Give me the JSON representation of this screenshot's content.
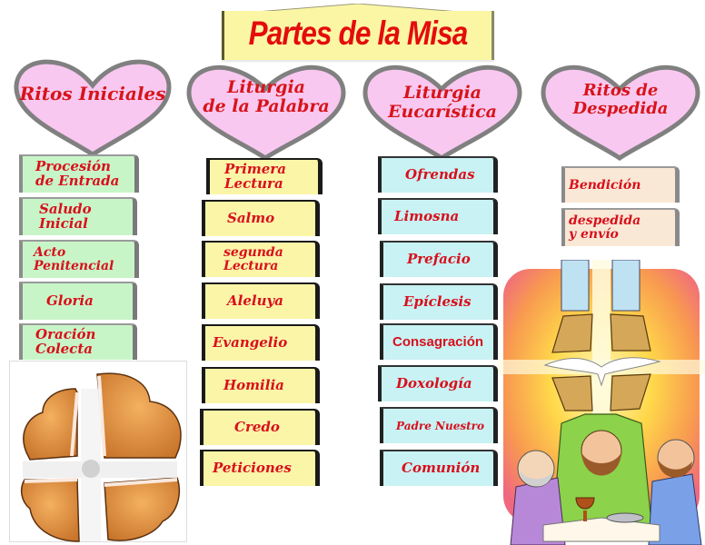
{
  "title": "Partes de la Misa",
  "colors": {
    "title_text": "#e40c0c",
    "title_bg": "#fbf6a4",
    "heart_fill": "#f8c8f0",
    "heart_stroke": "#808080",
    "label_text": "#d7141a",
    "green_box": "#c8f5c8",
    "yellow_box": "#fbf5a8",
    "cyan_box": "#c8f2f4",
    "peach_box": "#fae8d6"
  },
  "sections": [
    {
      "heading": "Ritos Iniciales",
      "items": [
        "Procesión de Entrada",
        "Saludo Inicial",
        "Acto Penitencial",
        "Gloria",
        "Oración Colecta"
      ]
    },
    {
      "heading_line1": "Liturgia",
      "heading_line2": "de la Palabra",
      "items": [
        "Primera Lectura",
        "Salmo",
        "segunda Lectura",
        "Aleluya",
        "Evangelio",
        "Homilia",
        "Credo",
        "Peticiones"
      ]
    },
    {
      "heading_line1": "Liturgia",
      "heading_line2": "Eucarística",
      "items": [
        "Ofrendas",
        "Limosna",
        "Prefacio",
        "Epíclesis",
        "Consagración",
        "Doxología",
        "Padre Nuestro",
        "Comunión"
      ]
    },
    {
      "heading_line1": "Ritos de",
      "heading_line2": "Despedida",
      "items": [
        "Bendición",
        "despedida y envío"
      ]
    }
  ],
  "box_lines": {
    "s0": [
      [
        "Procesión",
        "de Entrada"
      ],
      [
        "Saludo",
        "Inicial"
      ],
      [
        "Acto",
        "Penitencial"
      ],
      [
        "Gloria"
      ],
      [
        "Oración",
        "Colecta"
      ]
    ],
    "s1": [
      [
        "Primera",
        "Lectura"
      ],
      [
        "Salmo"
      ],
      [
        "segunda",
        "Lectura"
      ],
      [
        "Aleluya"
      ],
      [
        "Evangelio"
      ],
      [
        "Homilia"
      ],
      [
        "Credo"
      ],
      [
        "Peticiones"
      ]
    ],
    "s2": [
      [
        "Ofrendas"
      ],
      [
        "Limosna"
      ],
      [
        "Prefacio"
      ],
      [
        "Epíclesis"
      ],
      [
        "Consagración"
      ],
      [
        "Doxología"
      ],
      [
        "Padre Nuestro"
      ],
      [
        "Comunión"
      ]
    ],
    "s3": [
      [
        "Bendición"
      ],
      [
        "despedida",
        "y envío"
      ]
    ]
  },
  "illustrations": [
    {
      "name": "broken-bread-illustration",
      "description": "bread broken into four pieces forming a cross"
    },
    {
      "name": "eucharist-illustration",
      "description": "priest raising broken host with dove, chalice and people"
    }
  ]
}
